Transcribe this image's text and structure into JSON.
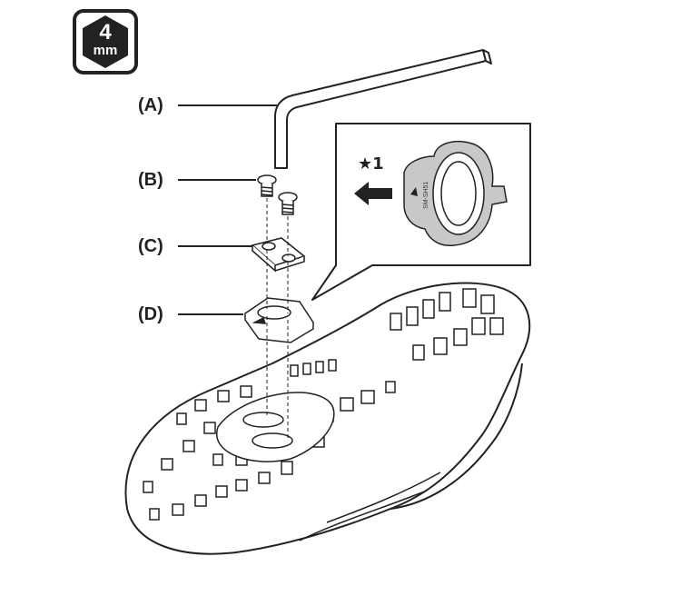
{
  "tool_badge": {
    "number": "4",
    "unit": "mm"
  },
  "callouts": [
    {
      "id": "A",
      "label": "(A)"
    },
    {
      "id": "B",
      "label": "(B)"
    },
    {
      "id": "C",
      "label": "(C)"
    },
    {
      "id": "D",
      "label": "(D)"
    }
  ],
  "inset": {
    "note": "★1",
    "cleat_code": "SM-SH51"
  },
  "colors": {
    "line": "#222222",
    "shoe_fill": "#ffffff",
    "badge_bg": "#222222"
  }
}
